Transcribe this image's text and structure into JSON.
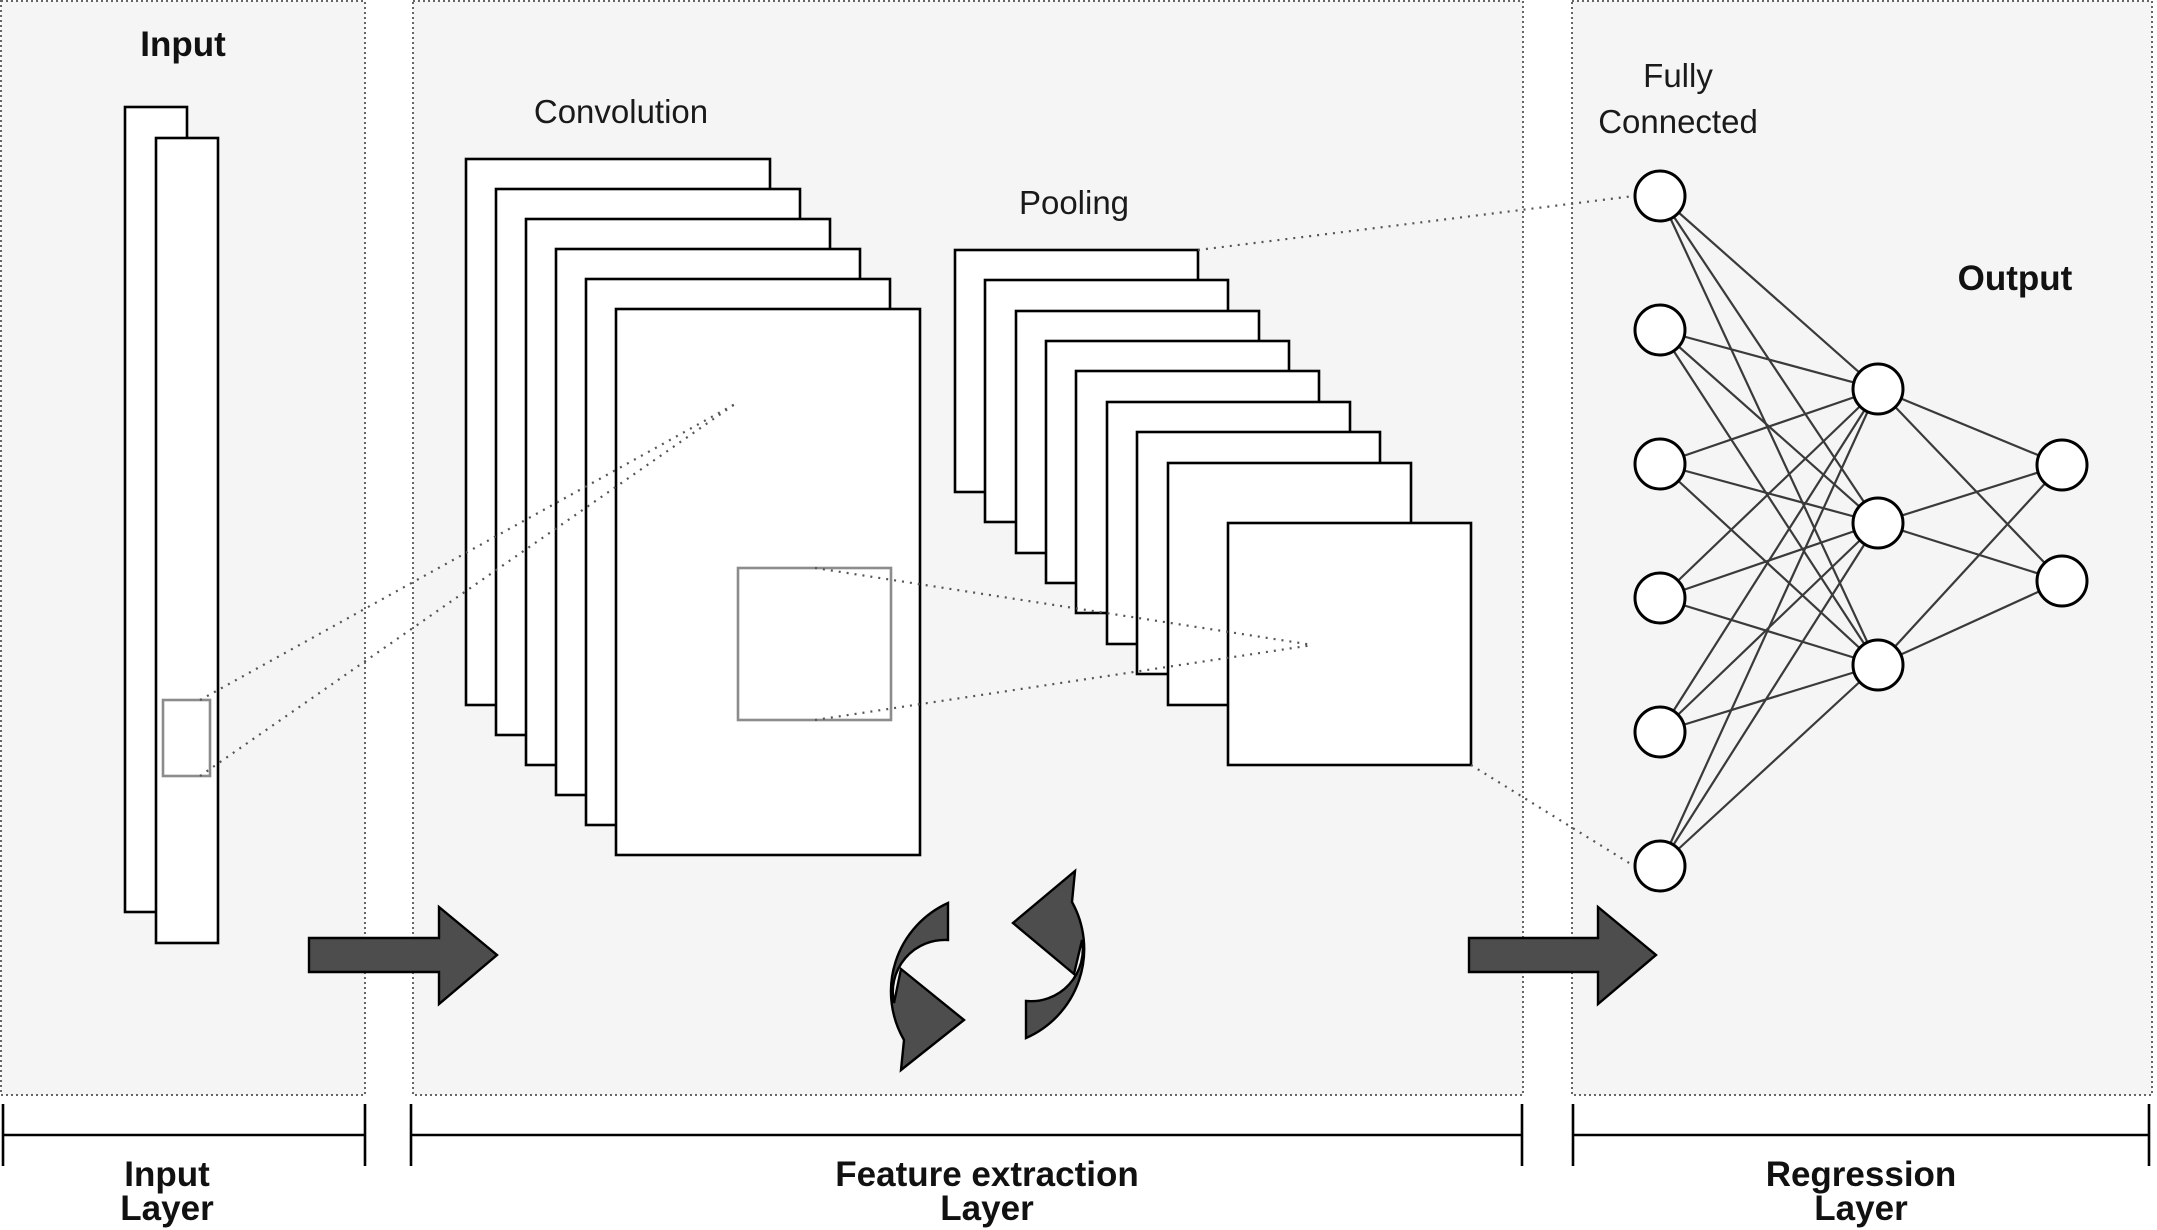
{
  "labels": {
    "input_title": "Input",
    "convolution": "Convolution",
    "pooling": "Pooling",
    "fully_connected_line1": "Fully",
    "fully_connected_line2": "Connected",
    "output": "Output"
  },
  "sections": {
    "input_layer": {
      "line1": "Input",
      "line2": "Layer"
    },
    "feature_extraction_layer": {
      "line1": "Feature extraction",
      "line2": "Layer"
    },
    "regression_layer": {
      "line1": "Regression",
      "line2": "Layer"
    }
  },
  "network": {
    "fully_connected_nodes": 6,
    "hidden_nodes": 3,
    "output_nodes": 2
  },
  "colors": {
    "panel_background": "#f5f5f5",
    "arrow_fill": "#4d4d4d"
  }
}
